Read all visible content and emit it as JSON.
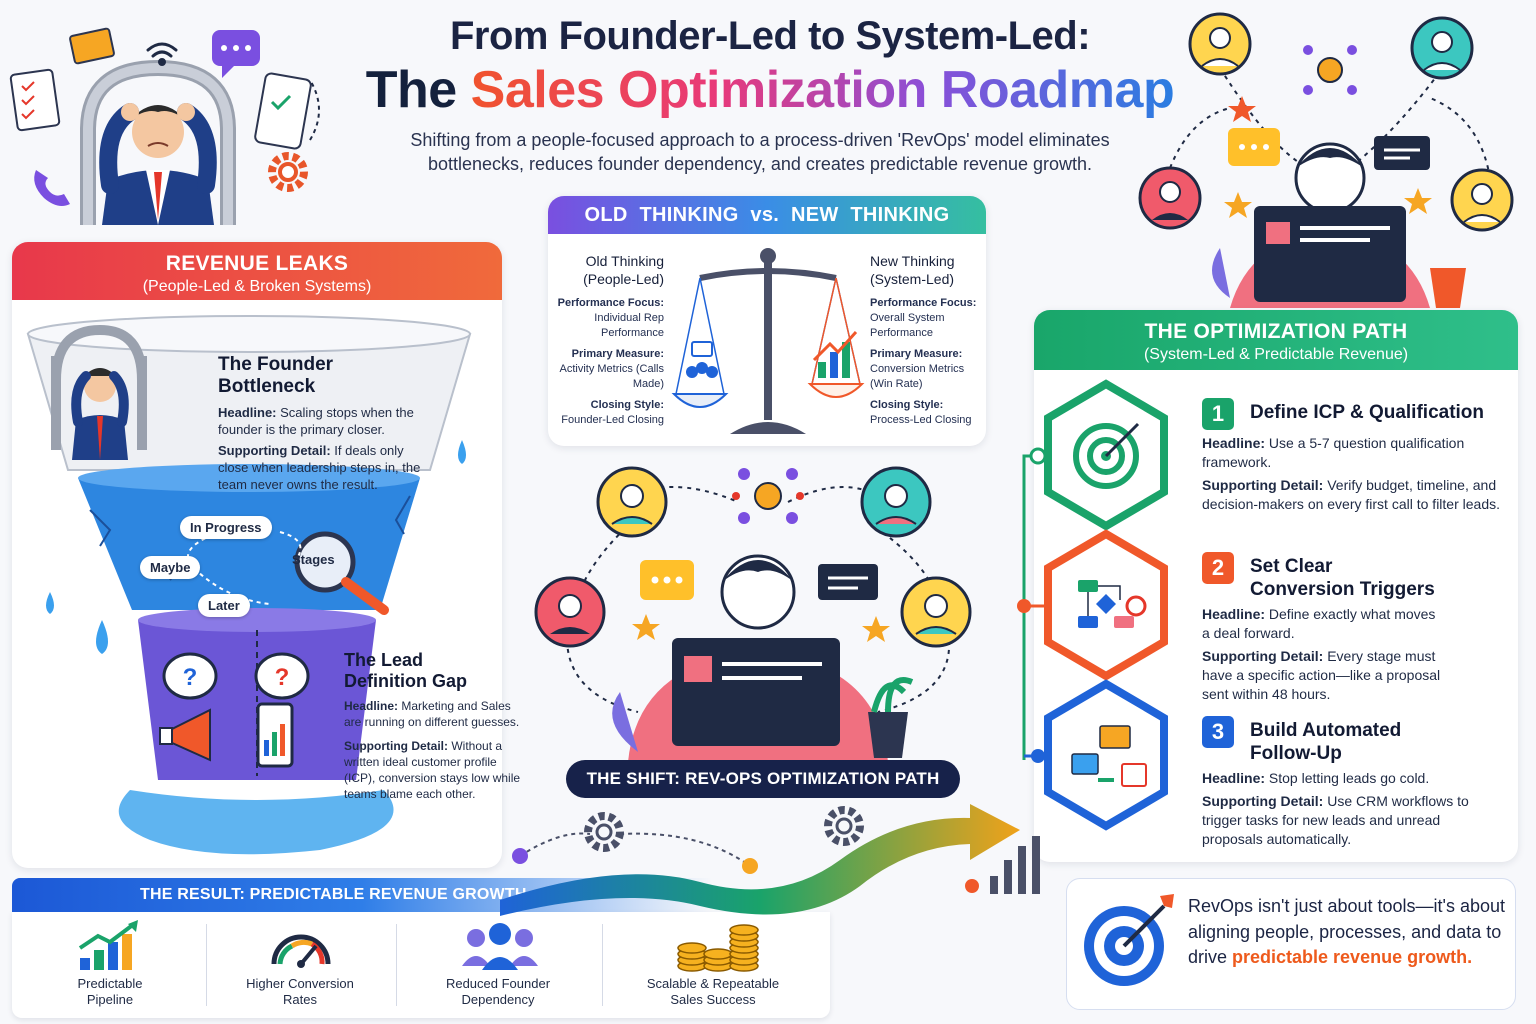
{
  "header": {
    "title_line1": "From Founder-Led to System-Led:",
    "title_line2_a": "The ",
    "title_line2_b": "Sales Optimization Roadmap",
    "subtitle": "Shifting from a people-focused approach to a process-driven 'RevOps' model eliminates bottlenecks, reduces founder dependency, and creates predictable revenue growth."
  },
  "revenue_leaks": {
    "title": "REVENUE LEAKS",
    "subtitle": "(People-Led & Broken Systems)",
    "bottleneck": {
      "heading": "The Founder Bottleneck",
      "headline_label": "Headline:",
      "headline": "Scaling stops when the founder is the primary closer.",
      "detail_label": "Supporting Detail:",
      "detail": "If deals only close when leadership steps in, the team never owns the result."
    },
    "pipeline_pills": [
      "In Progress",
      "Maybe",
      "Stages",
      "Later"
    ],
    "lead_gap": {
      "heading_line1": "The Lead",
      "heading_line2": "Definition Gap",
      "headline_label": "Headline:",
      "headline": "Marketing and Sales are running on different guesses.",
      "detail_label": "Supporting Detail:",
      "detail": "Without a written ideal customer profile (ICP), conversion stays low while teams blame each other."
    }
  },
  "comparison": {
    "old_title": "OLD THINKING",
    "vs": "vs.",
    "new_title": "NEW THINKING",
    "old": {
      "title_line1": "Old Thinking",
      "title_line2": "(People-Led)",
      "focus_label": "Performance Focus:",
      "focus": "Individual Rep Performance",
      "measure_label": "Primary Measure:",
      "measure": "Activity Metrics (Calls Made)",
      "closing_label": "Closing Style:",
      "closing": "Founder-Led Closing"
    },
    "new": {
      "title_line1": "New Thinking",
      "title_line2": "(System-Led)",
      "focus_label": "Performance Focus:",
      "focus": "Overall System Performance",
      "measure_label": "Primary Measure:",
      "measure": "Conversion Metrics (Win Rate)",
      "closing_label": "Closing Style:",
      "closing": "Process-Led Closing"
    }
  },
  "shift_banner": "THE SHIFT: REV-OPS OPTIMIZATION PATH",
  "optimization": {
    "title": "THE OPTIMIZATION PATH",
    "subtitle": "(System-Led & Predictable Revenue)",
    "steps": [
      {
        "num": "1",
        "title": "Define ICP & Qualification",
        "headline_label": "Headline:",
        "headline": "Use a 5-7 question qualification framework.",
        "detail_label": "Supporting Detail:",
        "detail": "Verify budget, timeline, and decision-makers on every first call to filter leads.",
        "color": "#1aa36a"
      },
      {
        "num": "2",
        "title": "Set Clear Conversion Triggers",
        "headline_label": "Headline:",
        "headline": "Define exactly what moves a deal forward.",
        "detail_label": "Supporting Detail:",
        "detail": "Every stage must have a specific action—like a proposal sent within 48 hours.",
        "color": "#f0582a"
      },
      {
        "num": "3",
        "title": "Build Automated Follow-Up",
        "headline_label": "Headline:",
        "headline": "Stop letting leads go cold.",
        "detail_label": "Supporting Detail:",
        "detail": "Use CRM workflows to trigger tasks for new leads and unread proposals automatically.",
        "color": "#1f63d8"
      }
    ]
  },
  "result": {
    "title": "THE RESULT: PREDICTABLE REVENUE GROWTH",
    "items": [
      {
        "label_line1": "Predictable",
        "label_line2": "Pipeline",
        "icon": "bar-chart-arrow-icon"
      },
      {
        "label_line1": "Higher Conversion",
        "label_line2": "Rates",
        "icon": "gauge-icon"
      },
      {
        "label_line1": "Reduced Founder",
        "label_line2": "Dependency",
        "icon": "team-icon"
      },
      {
        "label_line1": "Scalable & Repeatable",
        "label_line2": "Sales Success",
        "icon": "coins-icon"
      }
    ]
  },
  "quote": {
    "text": "RevOps isn't just about tools—it's about aligning people, processes, and data to drive ",
    "highlight": "predictable revenue growth."
  },
  "colors": {
    "leaks": "#e8384b",
    "optimization": "#19a66a",
    "navy": "#17224a",
    "accent_orange": "#ee5a1c"
  }
}
